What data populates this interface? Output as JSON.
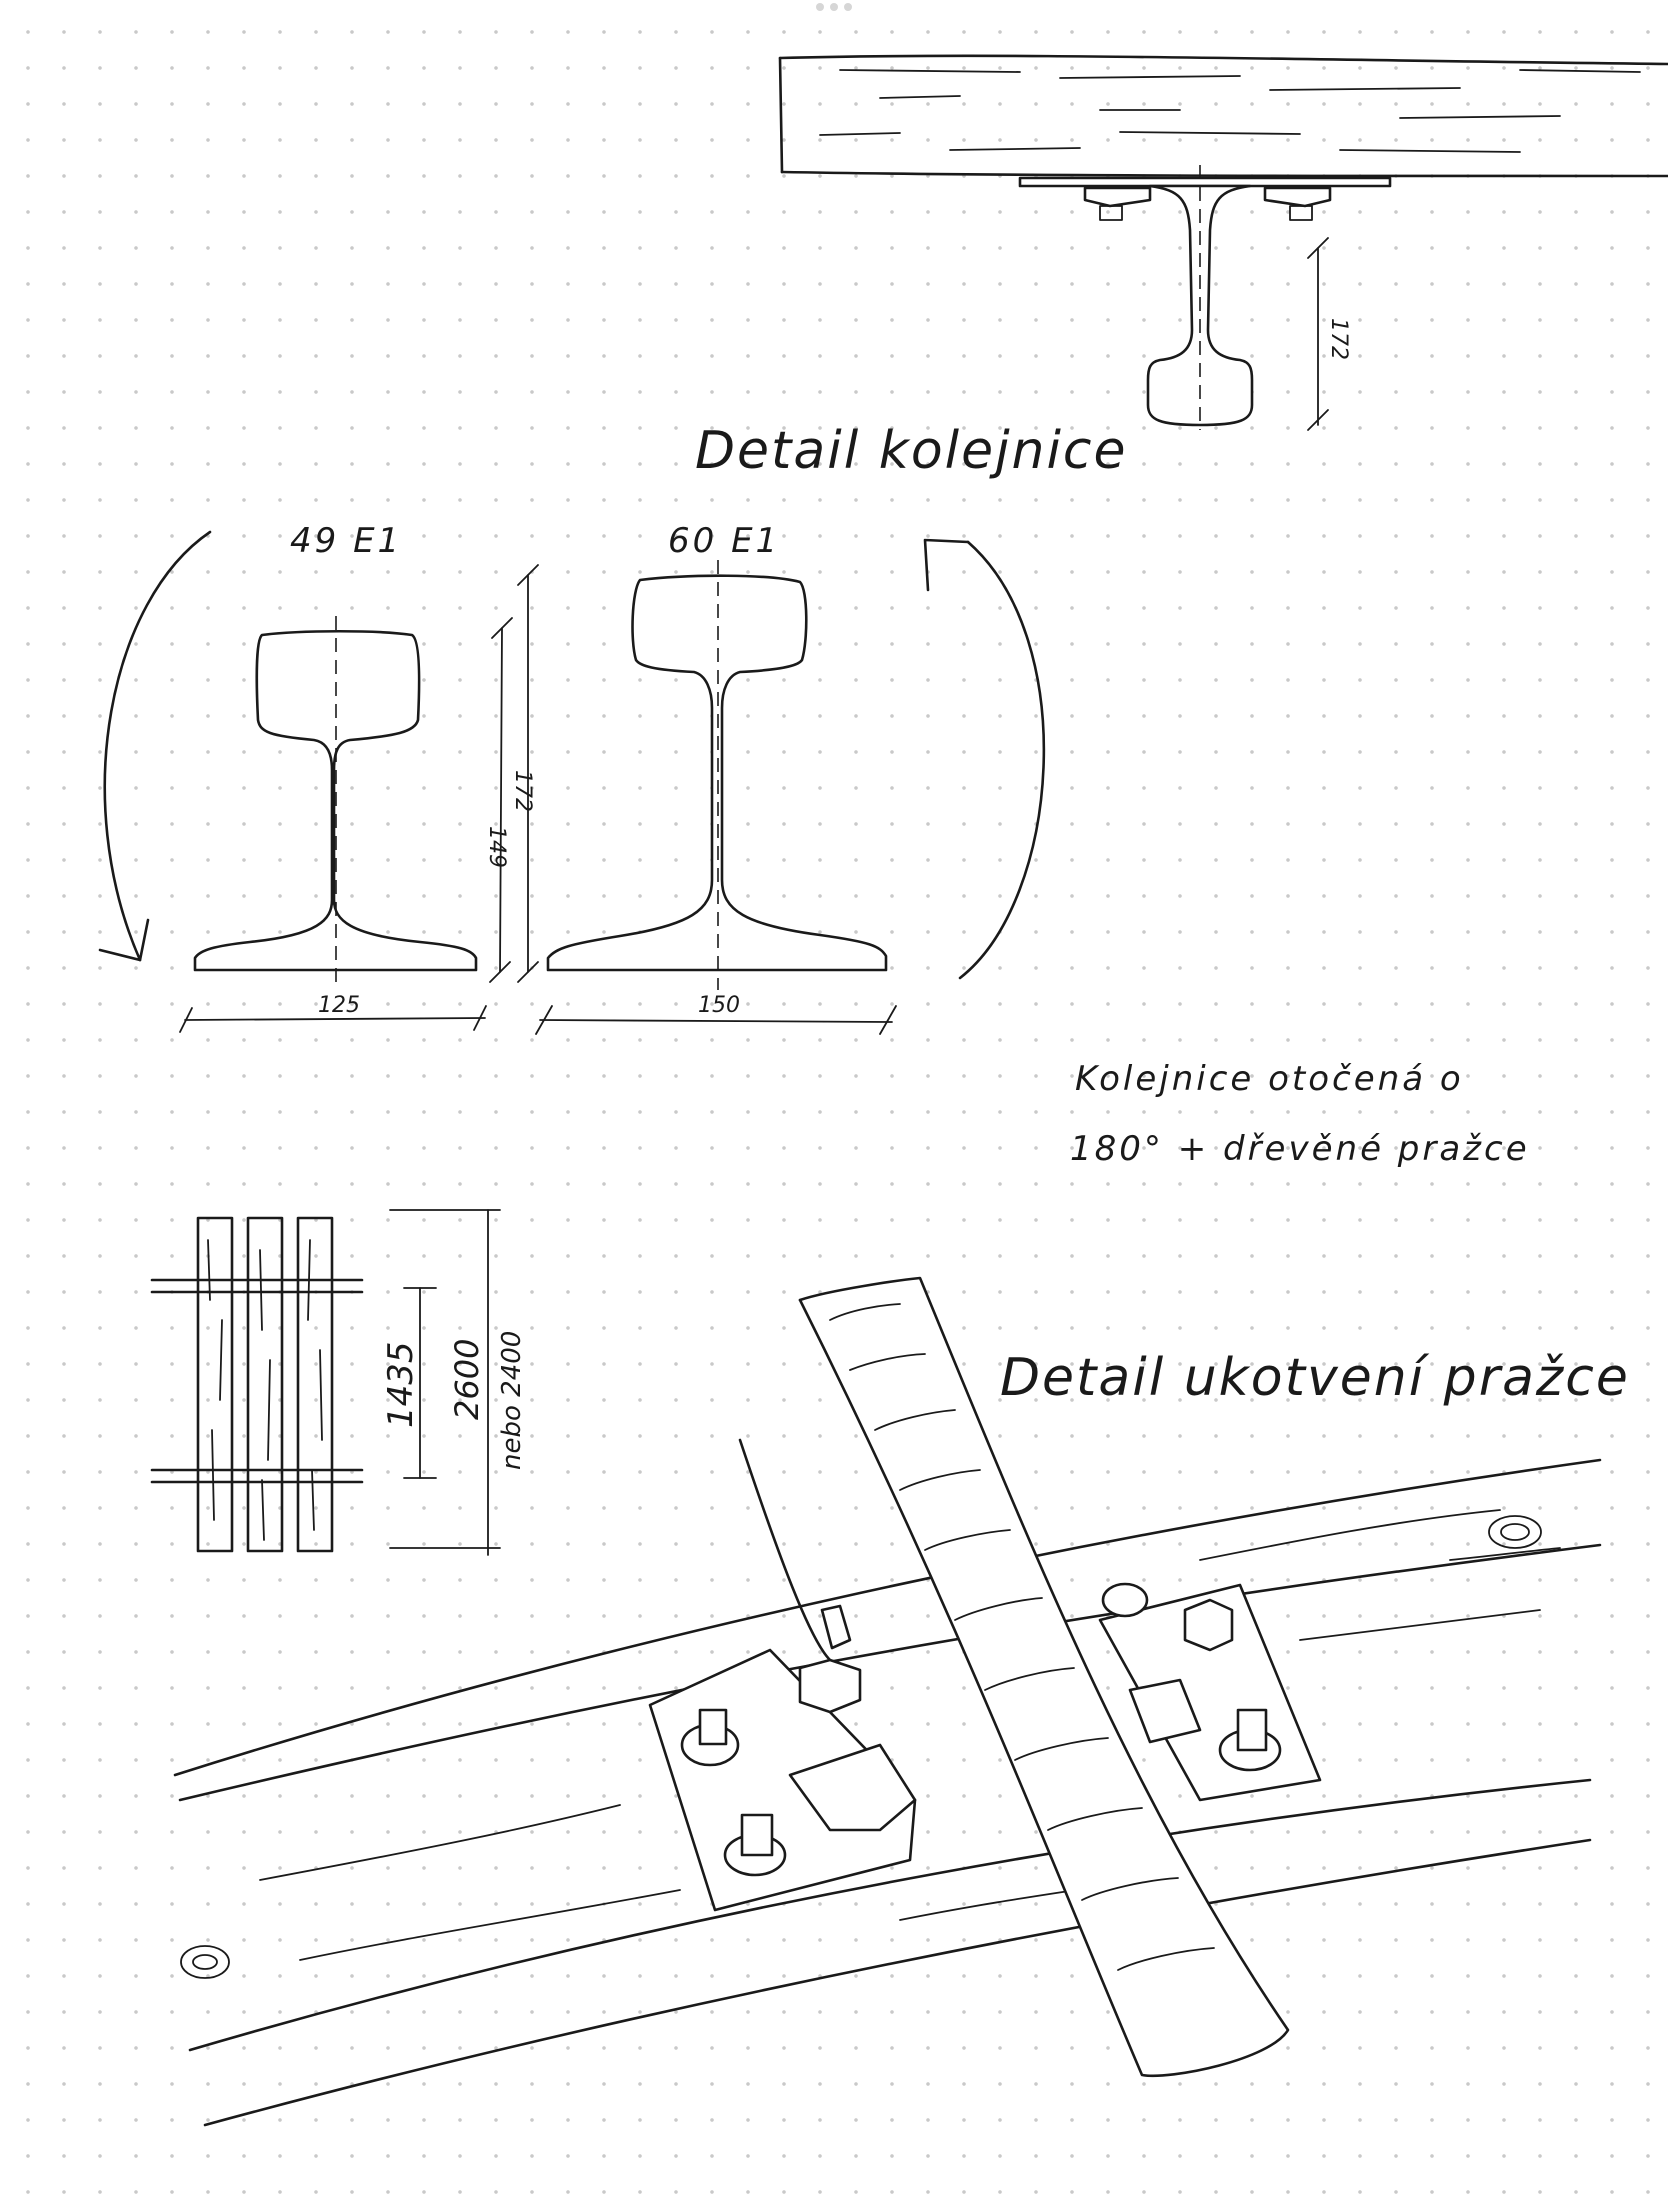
{
  "titles": {
    "rail_detail": "Detail kolejnice",
    "anchor_detail": "Detail ukotvení pražce"
  },
  "note": {
    "line1": "Kolejnice otočená o",
    "line2": "180° + dřevěné pražce"
  },
  "rail_profiles": {
    "left_name": "49 E1",
    "right_name": "60 E1",
    "left_width": "125",
    "right_width": "150",
    "left_height": "149",
    "right_height": "172"
  },
  "top_detail": {
    "height_label": "172"
  },
  "track_plan": {
    "gauge": "1435",
    "sleeper_length": "2600",
    "sleeper_alt": "nebo 2400"
  }
}
